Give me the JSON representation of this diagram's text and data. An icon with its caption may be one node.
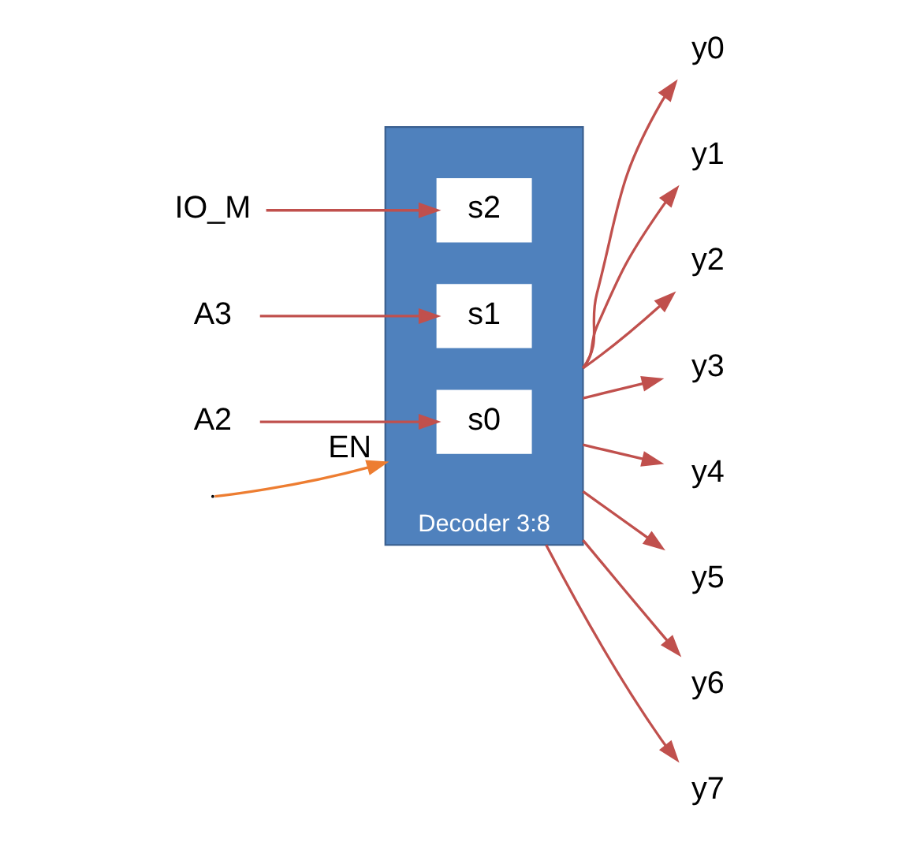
{
  "diagram": {
    "nodes": [
      {
        "text": [
          "Decoder 3:8"
        ]
      },
      {
        "text": [
          "s2"
        ],
        "in": 0
      },
      {
        "text": [
          "s1"
        ],
        "in": 0
      },
      {
        "text": [
          "s0"
        ],
        "in": 0
      },
      {
        "text": [
          "IO_M"
        ]
      },
      {
        "text": [
          "A3"
        ]
      },
      {
        "text": [
          "A2"
        ]
      },
      {
        "text": [
          "y0"
        ]
      },
      {
        "text": [
          "y1"
        ]
      },
      {
        "text": [
          "y2"
        ]
      },
      {
        "text": [
          "y3"
        ]
      },
      {
        "text": [
          "y4"
        ]
      },
      {
        "text": [
          "y5"
        ]
      },
      {
        "text": [
          "y6"
        ]
      },
      {
        "text": [
          "y7"
        ]
      }
    ],
    "edges": [
      {
        "from": 4,
        "to": 1,
        "arrow": "to"
      },
      {
        "from": 5,
        "to": 2,
        "arrow": "to"
      },
      {
        "from": 6,
        "to": 3,
        "arrow": "to"
      },
      {
        "from": null,
        "to": 0,
        "arrow": "to",
        "label": "EN",
        "color": "#ed7d31"
      },
      {
        "from": 0,
        "to": 7,
        "arrow": "to"
      },
      {
        "from": 0,
        "to": 8,
        "arrow": "to"
      },
      {
        "from": 0,
        "to": 9,
        "arrow": "to"
      },
      {
        "from": 0,
        "to": 10,
        "arrow": "to"
      },
      {
        "from": 0,
        "to": 11,
        "arrow": "to"
      },
      {
        "from": 0,
        "to": 12,
        "arrow": "to"
      },
      {
        "from": 0,
        "to": 13,
        "arrow": "to"
      },
      {
        "from": 0,
        "to": 14,
        "arrow": "to"
      }
    ]
  }
}
